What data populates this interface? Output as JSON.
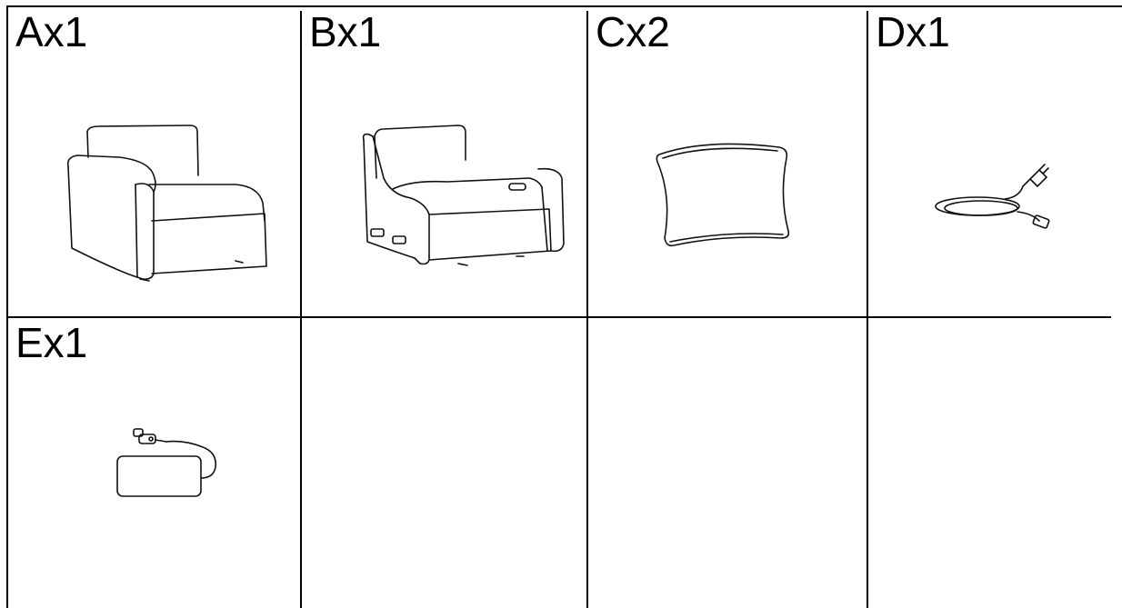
{
  "parts": [
    {
      "label": "Ax1",
      "icon": "armchair-left-arm-icon"
    },
    {
      "label": "Bx1",
      "icon": "power-recliner-seat-icon"
    },
    {
      "label": "Cx2",
      "icon": "cushion-pillow-icon"
    },
    {
      "label": "Dx1",
      "icon": "power-cord-plug-icon"
    },
    {
      "label": "Ex1",
      "icon": "power-adapter-icon"
    }
  ]
}
